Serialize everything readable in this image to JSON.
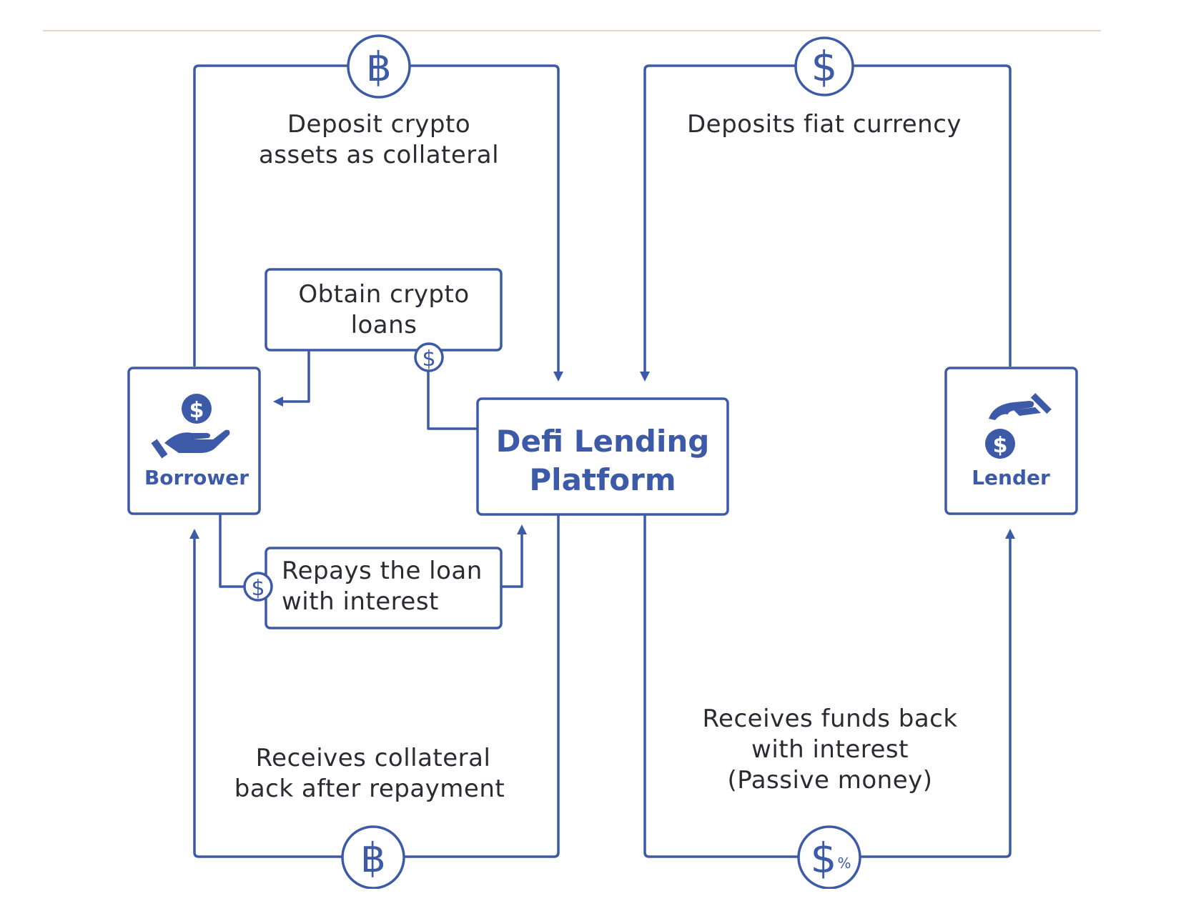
{
  "colors": {
    "primary": "#3d5aa8",
    "text": "#2b2b33",
    "top_rule": "#e8d6c8"
  },
  "nodes": {
    "borrower": {
      "label": "Borrower",
      "icon": "hand-receiving-coin-icon"
    },
    "platform": {
      "line1": "Defi Lending",
      "line2": "Platform"
    },
    "lender": {
      "label": "Lender",
      "icon": "hand-giving-coin-icon"
    }
  },
  "boxes": {
    "obtain": {
      "line1": "Obtain crypto",
      "line2": "loans"
    },
    "repay": {
      "line1": "Repays the loan",
      "line2": "with interest"
    }
  },
  "labels": {
    "deposit_crypto": {
      "line1": "Deposit crypto",
      "line2": "assets as collateral"
    },
    "deposit_fiat": {
      "line1": "Deposits fiat currency"
    },
    "receive_collateral": {
      "line1": "Receives collateral",
      "line2": "back after repayment"
    },
    "receive_funds": {
      "line1": "Receives funds back",
      "line2": "with interest",
      "line3": "(Passive money)"
    }
  },
  "badges": {
    "bitcoin_top": "฿",
    "dollar_top": "$",
    "bitcoin_bottom": "฿",
    "dollar_percent_bottom": {
      "dollar": "$",
      "percent": "%"
    },
    "obtain_dollar": "$",
    "repay_dollar": "$"
  }
}
